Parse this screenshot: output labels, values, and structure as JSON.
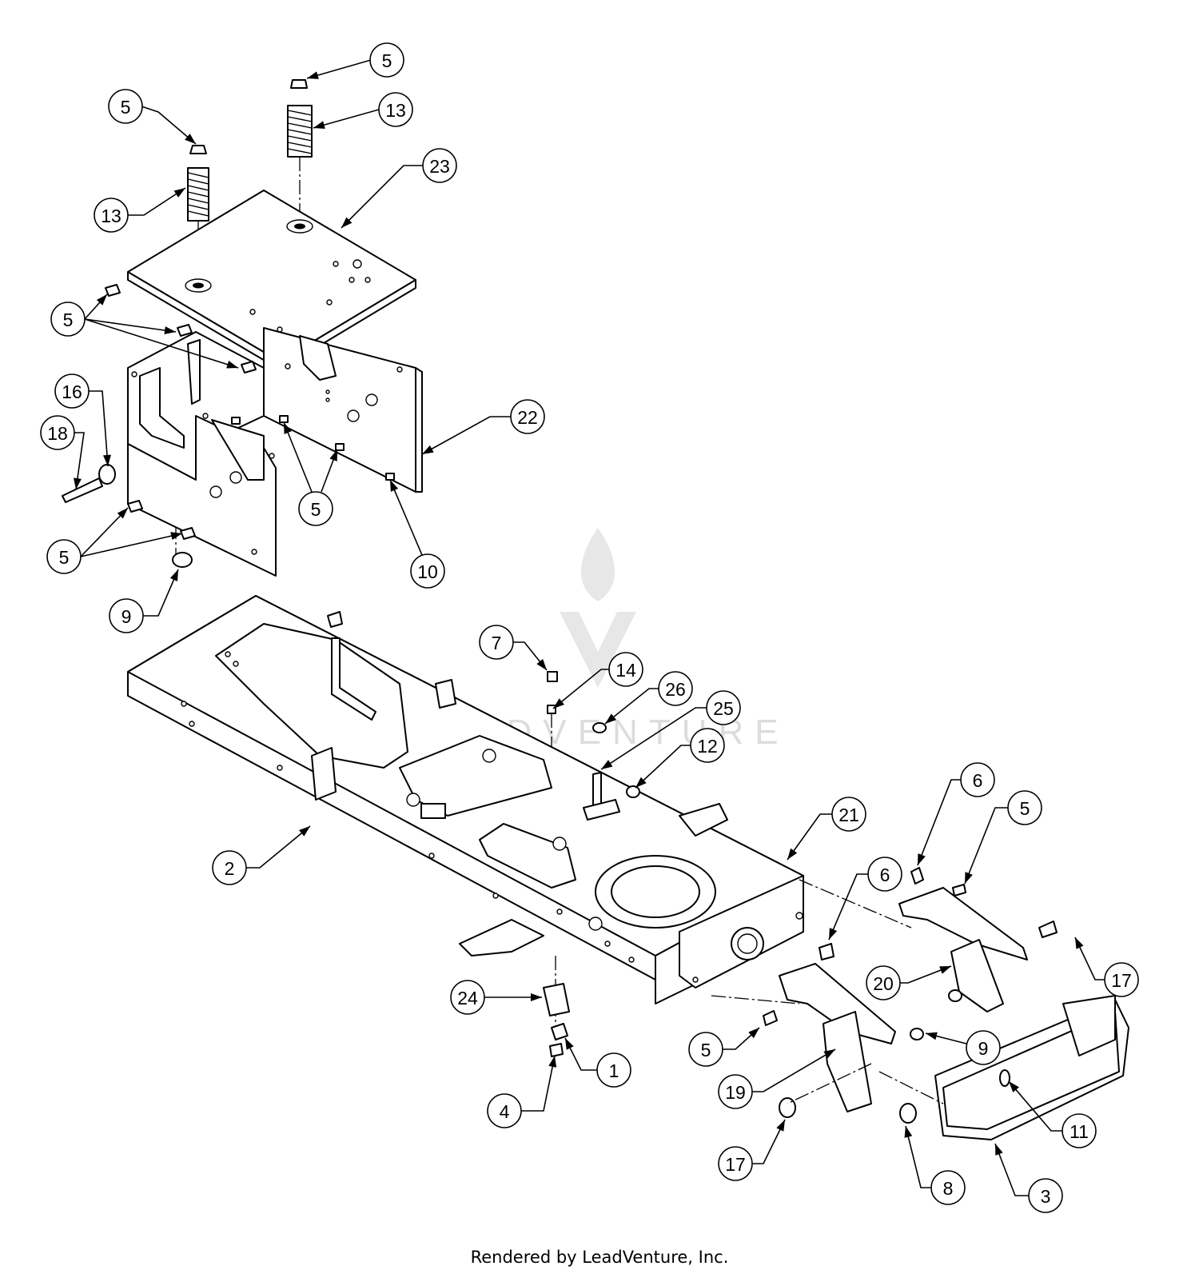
{
  "watermark": {
    "text": "LEADVENTURE"
  },
  "callouts": [
    {
      "id": "c01",
      "label": "5"
    },
    {
      "id": "c02",
      "label": "13"
    },
    {
      "id": "c03",
      "label": "5"
    },
    {
      "id": "c04",
      "label": "23"
    },
    {
      "id": "c05",
      "label": "13"
    },
    {
      "id": "c06",
      "label": "5"
    },
    {
      "id": "c07",
      "label": "16"
    },
    {
      "id": "c08",
      "label": "18"
    },
    {
      "id": "c09",
      "label": "22"
    },
    {
      "id": "c10",
      "label": "5"
    },
    {
      "id": "c11",
      "label": "5"
    },
    {
      "id": "c12",
      "label": "10"
    },
    {
      "id": "c13",
      "label": "9"
    },
    {
      "id": "c14",
      "label": "7"
    },
    {
      "id": "c15",
      "label": "14"
    },
    {
      "id": "c16",
      "label": "26"
    },
    {
      "id": "c17",
      "label": "25"
    },
    {
      "id": "c18",
      "label": "12"
    },
    {
      "id": "c19",
      "label": "6"
    },
    {
      "id": "c20",
      "label": "5"
    },
    {
      "id": "c21",
      "label": "21"
    },
    {
      "id": "c22",
      "label": "2"
    },
    {
      "id": "c23",
      "label": "6"
    },
    {
      "id": "c24",
      "label": "17"
    },
    {
      "id": "c25",
      "label": "20"
    },
    {
      "id": "c26",
      "label": "24"
    },
    {
      "id": "c27",
      "label": "9"
    },
    {
      "id": "c28",
      "label": "5"
    },
    {
      "id": "c29",
      "label": "1"
    },
    {
      "id": "c30",
      "label": "19"
    },
    {
      "id": "c31",
      "label": "11"
    },
    {
      "id": "c32",
      "label": "4"
    },
    {
      "id": "c33",
      "label": "17"
    },
    {
      "id": "c34",
      "label": "8"
    },
    {
      "id": "c35",
      "label": "3"
    }
  ],
  "footer": {
    "text": "Rendered by LeadVenture, Inc."
  }
}
